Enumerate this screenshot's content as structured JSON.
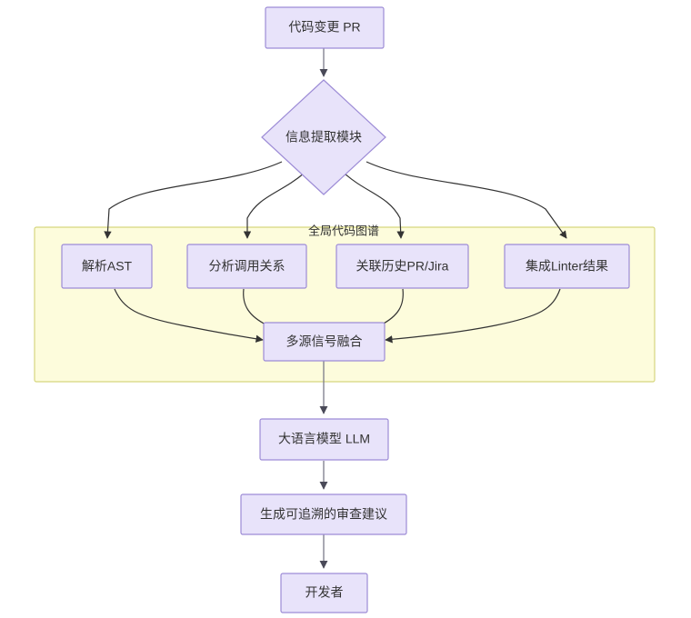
{
  "diagram": {
    "type": "flowchart",
    "direction": "top-to-bottom",
    "colors": {
      "node_fill": "#e8e3fa",
      "node_stroke": "#9d8cd6",
      "cluster_fill": "#fdfcdc",
      "cluster_stroke": "#d6d67e",
      "edge_stroke": "#333333",
      "edge_stroke_grey": "#7b7b8a",
      "text": "#333333",
      "background": "#ffffff"
    },
    "clusters": [
      {
        "id": "global-code-graph",
        "label": "全局代码图谱"
      }
    ],
    "nodes": [
      {
        "id": "pr",
        "label": "代码变更 PR",
        "shape": "rect"
      },
      {
        "id": "extract",
        "label": "信息提取模块",
        "shape": "diamond"
      },
      {
        "id": "ast",
        "label": "解析AST",
        "shape": "rect"
      },
      {
        "id": "callgraph",
        "label": "分析调用关系",
        "shape": "rect"
      },
      {
        "id": "history",
        "label": "关联历史PR/Jira",
        "shape": "rect"
      },
      {
        "id": "linter",
        "label": "集成Linter结果",
        "shape": "rect"
      },
      {
        "id": "fusion",
        "label": "多源信号融合",
        "shape": "rect"
      },
      {
        "id": "llm",
        "label": "大语言模型 LLM",
        "shape": "rect"
      },
      {
        "id": "advice",
        "label": "生成可追溯的审查建议",
        "shape": "rect"
      },
      {
        "id": "developer",
        "label": "开发者",
        "shape": "rect"
      }
    ],
    "edges": [
      {
        "from": "pr",
        "to": "extract"
      },
      {
        "from": "extract",
        "to": "ast"
      },
      {
        "from": "extract",
        "to": "callgraph"
      },
      {
        "from": "extract",
        "to": "history"
      },
      {
        "from": "extract",
        "to": "linter"
      },
      {
        "from": "ast",
        "to": "fusion"
      },
      {
        "from": "callgraph",
        "to": "fusion"
      },
      {
        "from": "history",
        "to": "fusion"
      },
      {
        "from": "linter",
        "to": "fusion"
      },
      {
        "from": "fusion",
        "to": "llm"
      },
      {
        "from": "llm",
        "to": "advice"
      },
      {
        "from": "advice",
        "to": "developer"
      }
    ]
  }
}
